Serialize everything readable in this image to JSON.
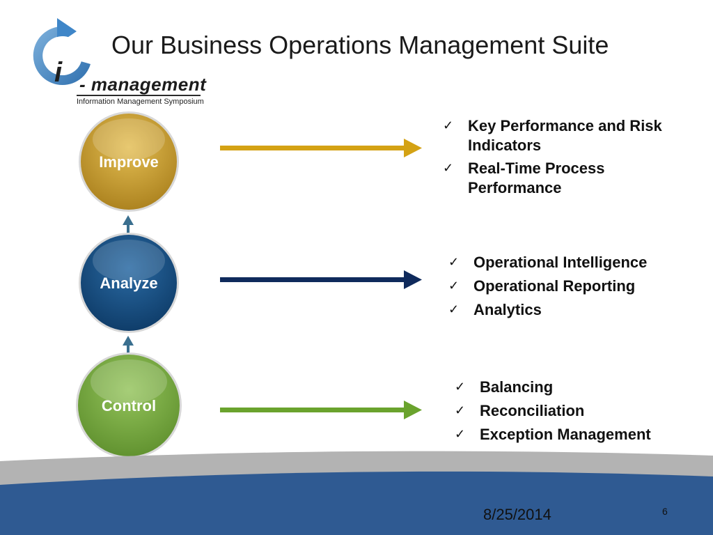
{
  "slide": {
    "title": "Our Business Operations Management Suite",
    "date": "8/25/2014",
    "page_number": "6"
  },
  "logo": {
    "wordmark_i": "i",
    "wordmark_rest": "- management",
    "tagline": "Information Management Symposium",
    "icon": "circular-arrow-icon"
  },
  "stages": [
    {
      "label": "Improve",
      "color": "#c9a12f",
      "arrow_color": "#d4a214",
      "items": [
        "Key Performance and Risk Indicators",
        "Real-Time Process Performance"
      ]
    },
    {
      "label": "Analyze",
      "color": "#13497a",
      "arrow_color": "#0f2a5c",
      "items": [
        "Operational Intelligence",
        "Operational Reporting",
        "Analytics"
      ]
    },
    {
      "label": "Control",
      "color": "#77a83e",
      "arrow_color": "#6aa32d",
      "items": [
        "Balancing",
        "Reconciliation",
        "Exception Management"
      ]
    }
  ],
  "check_icon": "checkmark-icon",
  "colors": {
    "footer_band": "#2f5a92",
    "footer_swoosh": "#a8a8a8"
  }
}
